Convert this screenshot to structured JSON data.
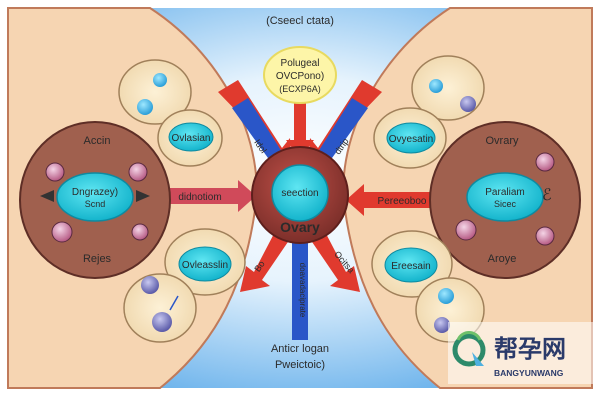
{
  "diagram": {
    "top_label": "(Cseecl ctata)",
    "top_bubble": {
      "line1": "Polugeal",
      "line2": "OVCPono)",
      "line3": "(ECXP6A)"
    },
    "center": {
      "label": "seection",
      "title": "Ovary"
    },
    "bottom_label": {
      "line1": "Anticr logan",
      "line2": "Pweictoic)"
    },
    "left_organ": {
      "top": "Accin",
      "core_line1": "Dngrazey)",
      "core_line2": "Scnd",
      "bottom": "Rejes"
    },
    "right_organ": {
      "top": "Ovrary",
      "core_line1": "Paraliam",
      "core_line2": "Sicec",
      "bottom": "Aroye"
    },
    "follicles": {
      "upper_left": "Ovlasian",
      "lower_left": "Ovleasslin",
      "upper_right": "Ovyesatin",
      "lower_right": "Ereesain"
    },
    "arrows": {
      "left_horizontal": "didnotiom",
      "right_horizontal": "Pereeoboo",
      "upper_left_diag": "Idol",
      "upper_right_diag": "dtrip",
      "down_blue": "doavadaciprate",
      "lower_left_diag": "Bo",
      "lower_right_diag": "Ocitsa"
    },
    "colors": {
      "background_glow": "#8fc6f0",
      "tissue": "#f6d5b2",
      "organ_outer": "#9a5a4e",
      "core": "#1ec8dc",
      "arrow_red": "#e03a2e",
      "arrow_blue": "#2a56c8",
      "bubble": "#fdf5a8"
    }
  },
  "watermark": {
    "cn": "帮孕网",
    "en": "BANGYUNWANG",
    "icon": "q-leaf-logo-icon"
  }
}
